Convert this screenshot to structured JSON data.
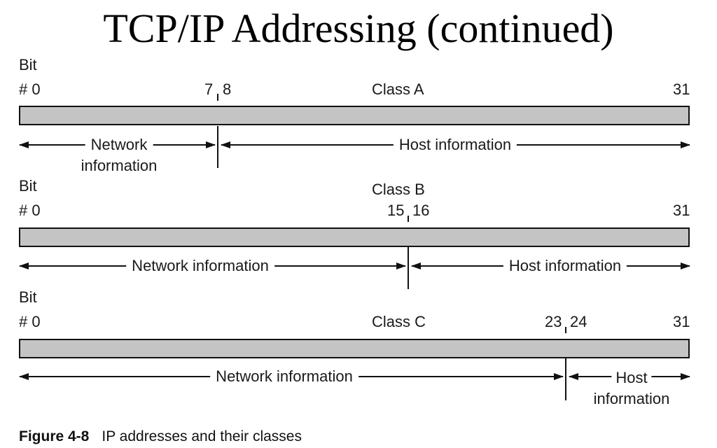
{
  "title": "TCP/IP Addressing (continued)",
  "bit_label": "Bit",
  "bit_zero": "# 0",
  "class_a": {
    "name": "Class A",
    "left_bit": "7",
    "right_bit": "8",
    "end_bit": "31",
    "network_line1": "Network",
    "network_line2": "information",
    "host_label": "Host information"
  },
  "class_b": {
    "name": "Class B",
    "left_bit": "15",
    "right_bit": "16",
    "end_bit": "31",
    "network_label": "Network information",
    "host_label": "Host information"
  },
  "class_c": {
    "name": "Class C",
    "left_bit": "23",
    "right_bit": "24",
    "end_bit": "31",
    "network_label": "Network information",
    "host_line1": "Host",
    "host_line2": "information"
  },
  "caption": {
    "figure": "Figure 4-8",
    "text": "IP addresses and their classes"
  }
}
